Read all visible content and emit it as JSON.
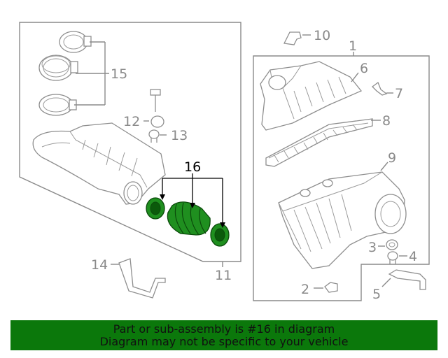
{
  "labels": {
    "l1": "1",
    "l2": "2",
    "l3": "3",
    "l4": "4",
    "l5": "5",
    "l6": "6",
    "l7": "7",
    "l8": "8",
    "l9": "9",
    "l10": "10",
    "l11": "11",
    "l12": "12",
    "l13": "13",
    "l14": "14",
    "l15": "15",
    "l16": "16"
  },
  "colors": {
    "highlight": "#0b780b",
    "part_line": "#8e8e8e",
    "highlight_part": "#1f8f1f"
  },
  "banner": {
    "line1": "Part or sub-assembly is #16 in diagram",
    "line2": "Diagram may not be specific to your vehicle"
  }
}
